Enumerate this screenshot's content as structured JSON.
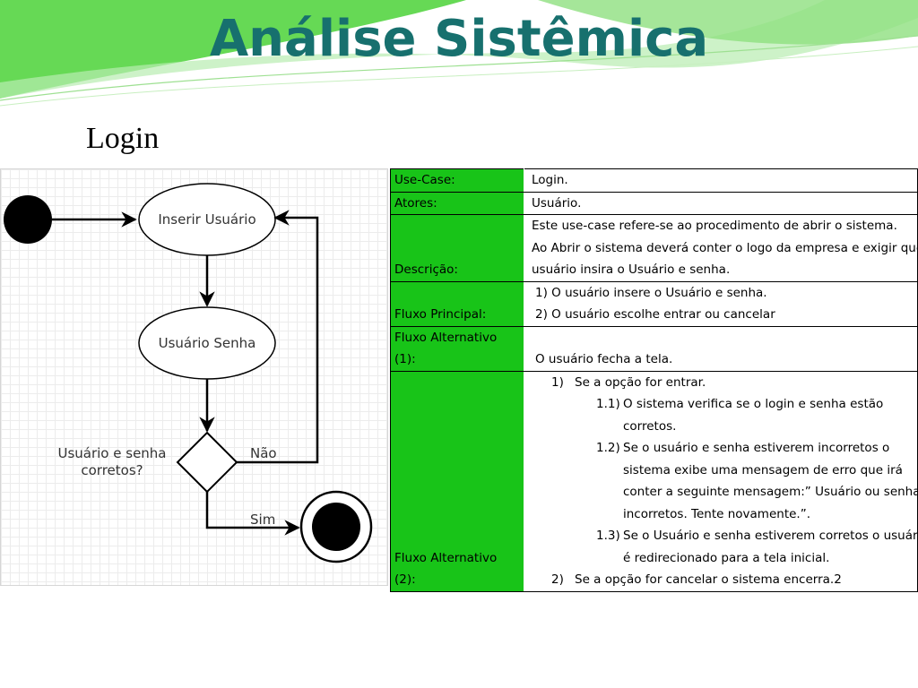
{
  "slide": {
    "title": "Análise Sistêmica",
    "subtitle": "Login"
  },
  "colors": {
    "title": "#17706e",
    "key_cell": "#18c418",
    "wave_green": "#66d955"
  },
  "diagram": {
    "nodes": {
      "inserir_usuario": "Inserir Usuário",
      "usuario_senha": "Usuário Senha",
      "decision_line1": "Usuário e senha",
      "decision_line2": "corretos?"
    },
    "edges": {
      "no": "Não",
      "yes": "Sim"
    }
  },
  "usecase": {
    "use_case": {
      "key": "Use-Case:",
      "value": "Login."
    },
    "atores": {
      "key": "Atores:",
      "value": "Usuário."
    },
    "descricao": {
      "key": "Descrição:",
      "lines": [
        "Este use-case refere-se ao procedimento de abrir o sistema.",
        "Ao Abrir o sistema deverá conter o logo da empresa e exigir que o",
        "usuário insira o Usuário e senha."
      ]
    },
    "fluxo_principal": {
      "key": "Fluxo Principal:",
      "lines": [
        "1) O usuário insere o Usuário e senha.",
        "2) O usuário escolhe entrar ou cancelar"
      ]
    },
    "fluxo_alt1": {
      "key": "Fluxo Alternativo (1):",
      "value": "O usuário fecha a tela."
    },
    "fluxo_alt2": {
      "key": "Fluxo Alternativo (2):",
      "item1": {
        "num": "1)",
        "text": "Se a opção for entrar."
      },
      "sub1": {
        "num": "1.1)",
        "text": "O sistema verifica se o login e senha estão",
        "cont": [
          "corretos."
        ]
      },
      "sub2": {
        "num": "1.2)",
        "text": "Se o usuário e senha estiverem incorretos o",
        "cont": [
          "sistema exibe uma mensagem de erro que irá",
          "conter a seguinte mensagem:” Usuário ou senha",
          "incorretos. Tente novamente.”."
        ]
      },
      "sub3": {
        "num": "1.3)",
        "text": "Se o Usuário e senha estiverem corretos o usuário",
        "cont": [
          "é redirecionado para a tela inicial."
        ]
      },
      "item2": {
        "num": "2)",
        "text": "Se a opção for cancelar o sistema encerra.2"
      }
    }
  }
}
